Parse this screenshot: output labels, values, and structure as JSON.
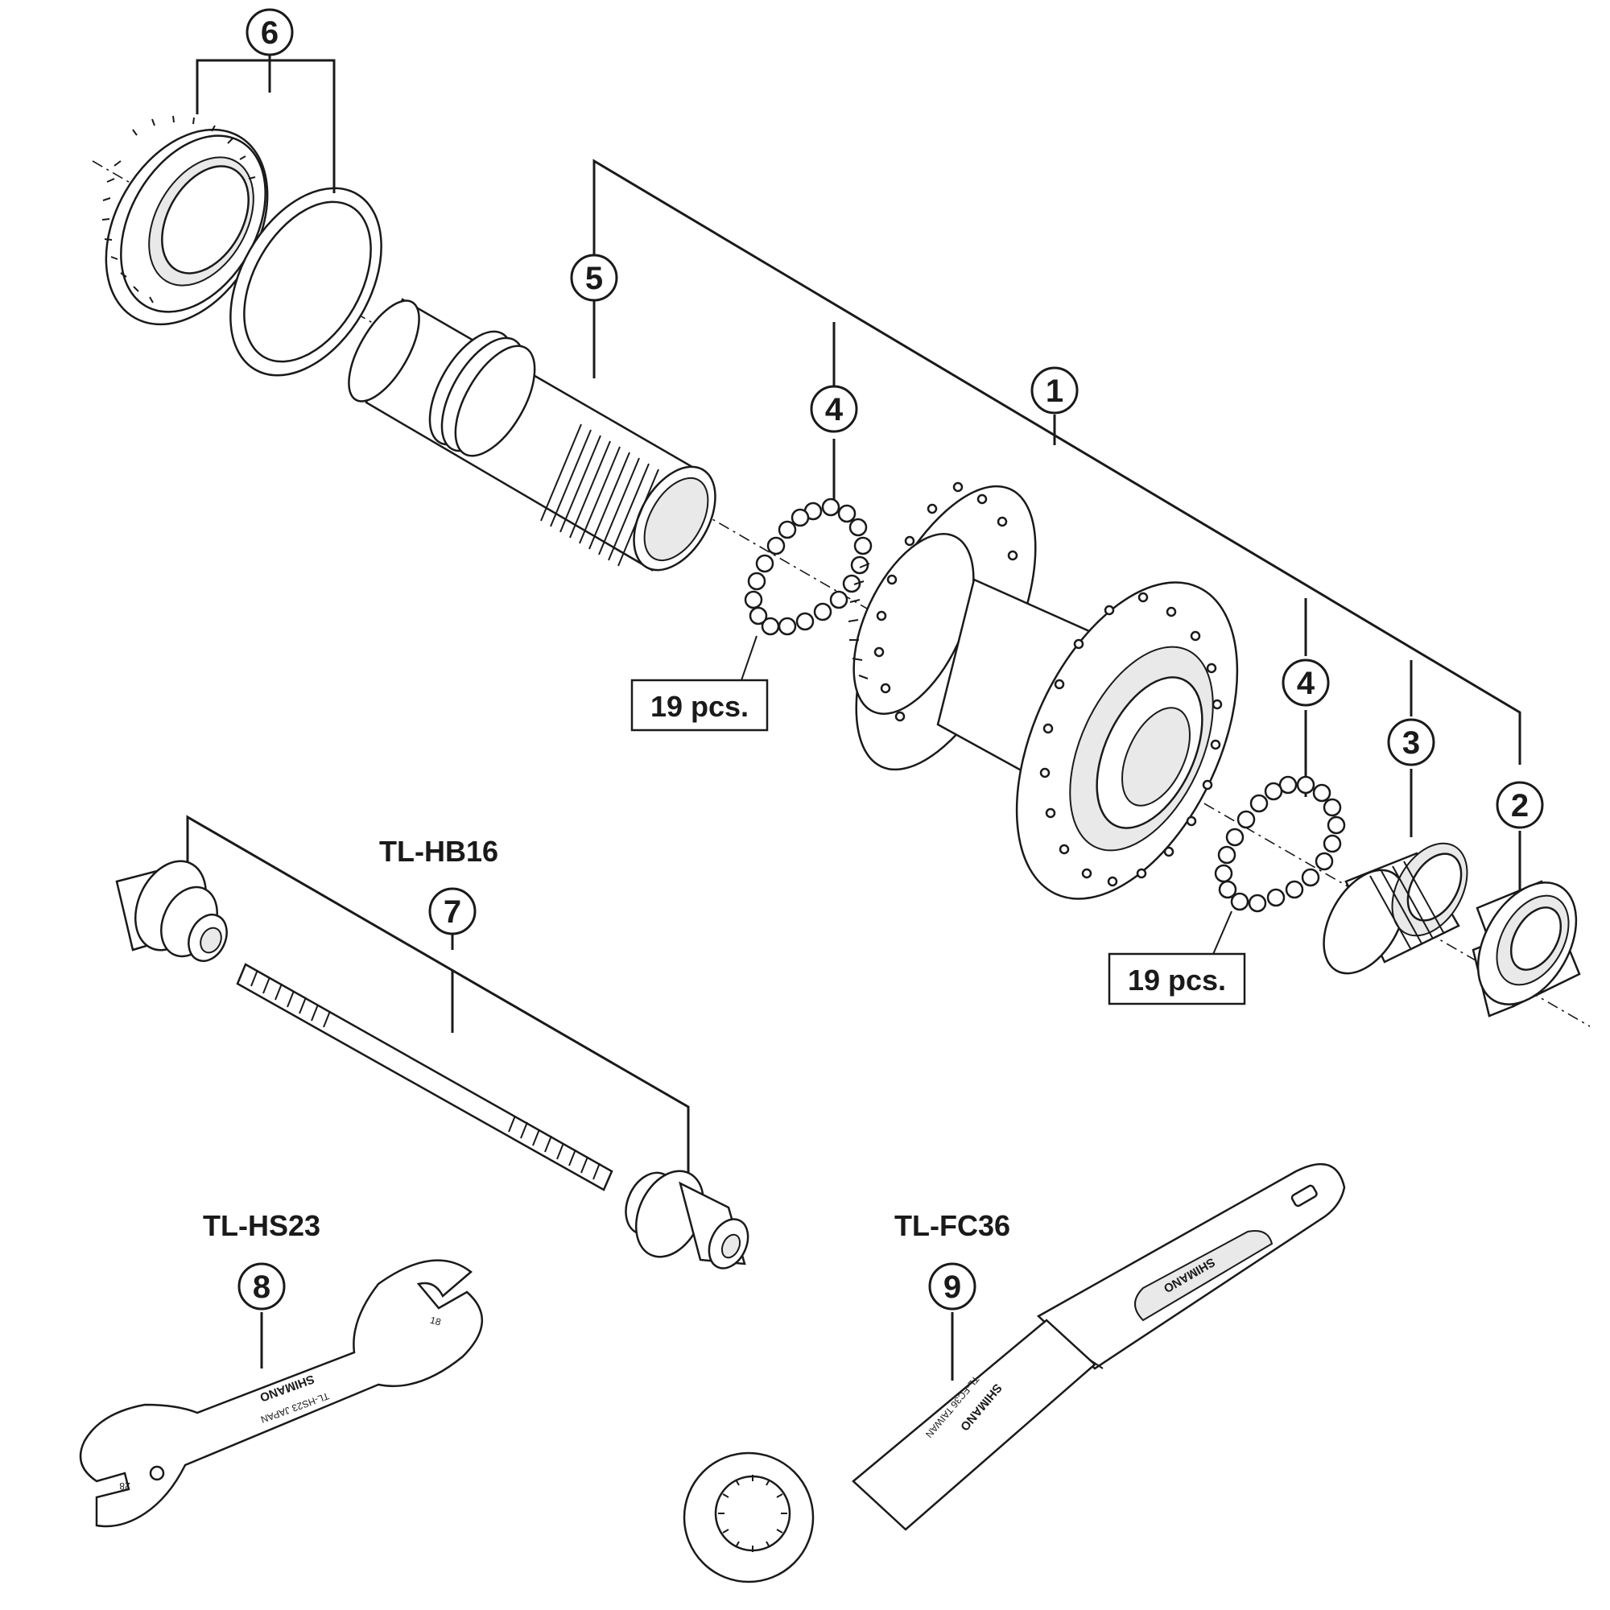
{
  "callouts": {
    "c1": "1",
    "c2": "2",
    "c3": "3",
    "c4a": "4",
    "c4b": "4",
    "c5": "5",
    "c6": "6",
    "c7": "7",
    "c8": "8",
    "c9": "9"
  },
  "quantities": {
    "balls_upper": "19 pcs.",
    "balls_lower": "19 pcs."
  },
  "tools": {
    "hb16": "TL-HB16",
    "hs23": "TL-HS23",
    "fc36": "TL-FC36"
  },
  "engravings": {
    "brand": "SHIMANO",
    "hs23_model": "TL-HS23 JAPAN",
    "hs23_size_large": "28",
    "hs23_size_small": "18",
    "fc36_model": "TL-FC36 TAIWAN"
  }
}
